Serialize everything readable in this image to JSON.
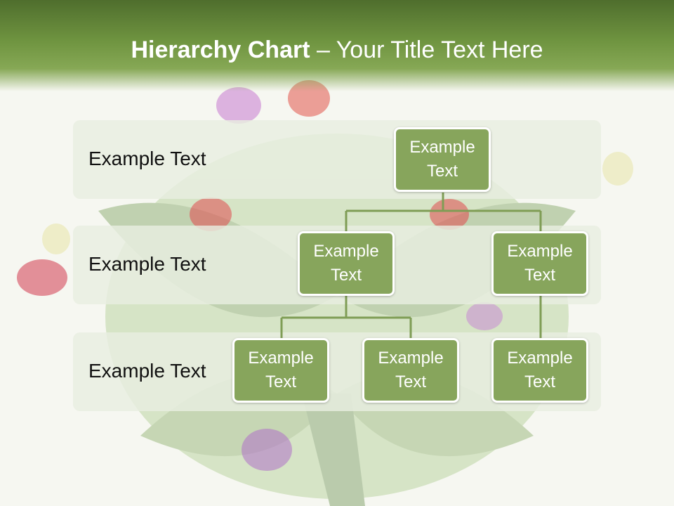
{
  "title": {
    "bold": "Hierarchy Chart",
    "rest": " – Your Title Text Here"
  },
  "levels": [
    {
      "label": "Example Text"
    },
    {
      "label": "Example Text"
    },
    {
      "label": "Example Text"
    }
  ],
  "nodes": {
    "root": "Example Text",
    "level2_left": "Example Text",
    "level2_right": "Example Text",
    "level3_a": "Example Text",
    "level3_b": "Example Text",
    "level3_c": "Example Text"
  },
  "colors": {
    "title_bar": "#6f9440",
    "node_fill": "#87a55c",
    "connector": "#7f9d55",
    "band": "#e8eee0"
  }
}
